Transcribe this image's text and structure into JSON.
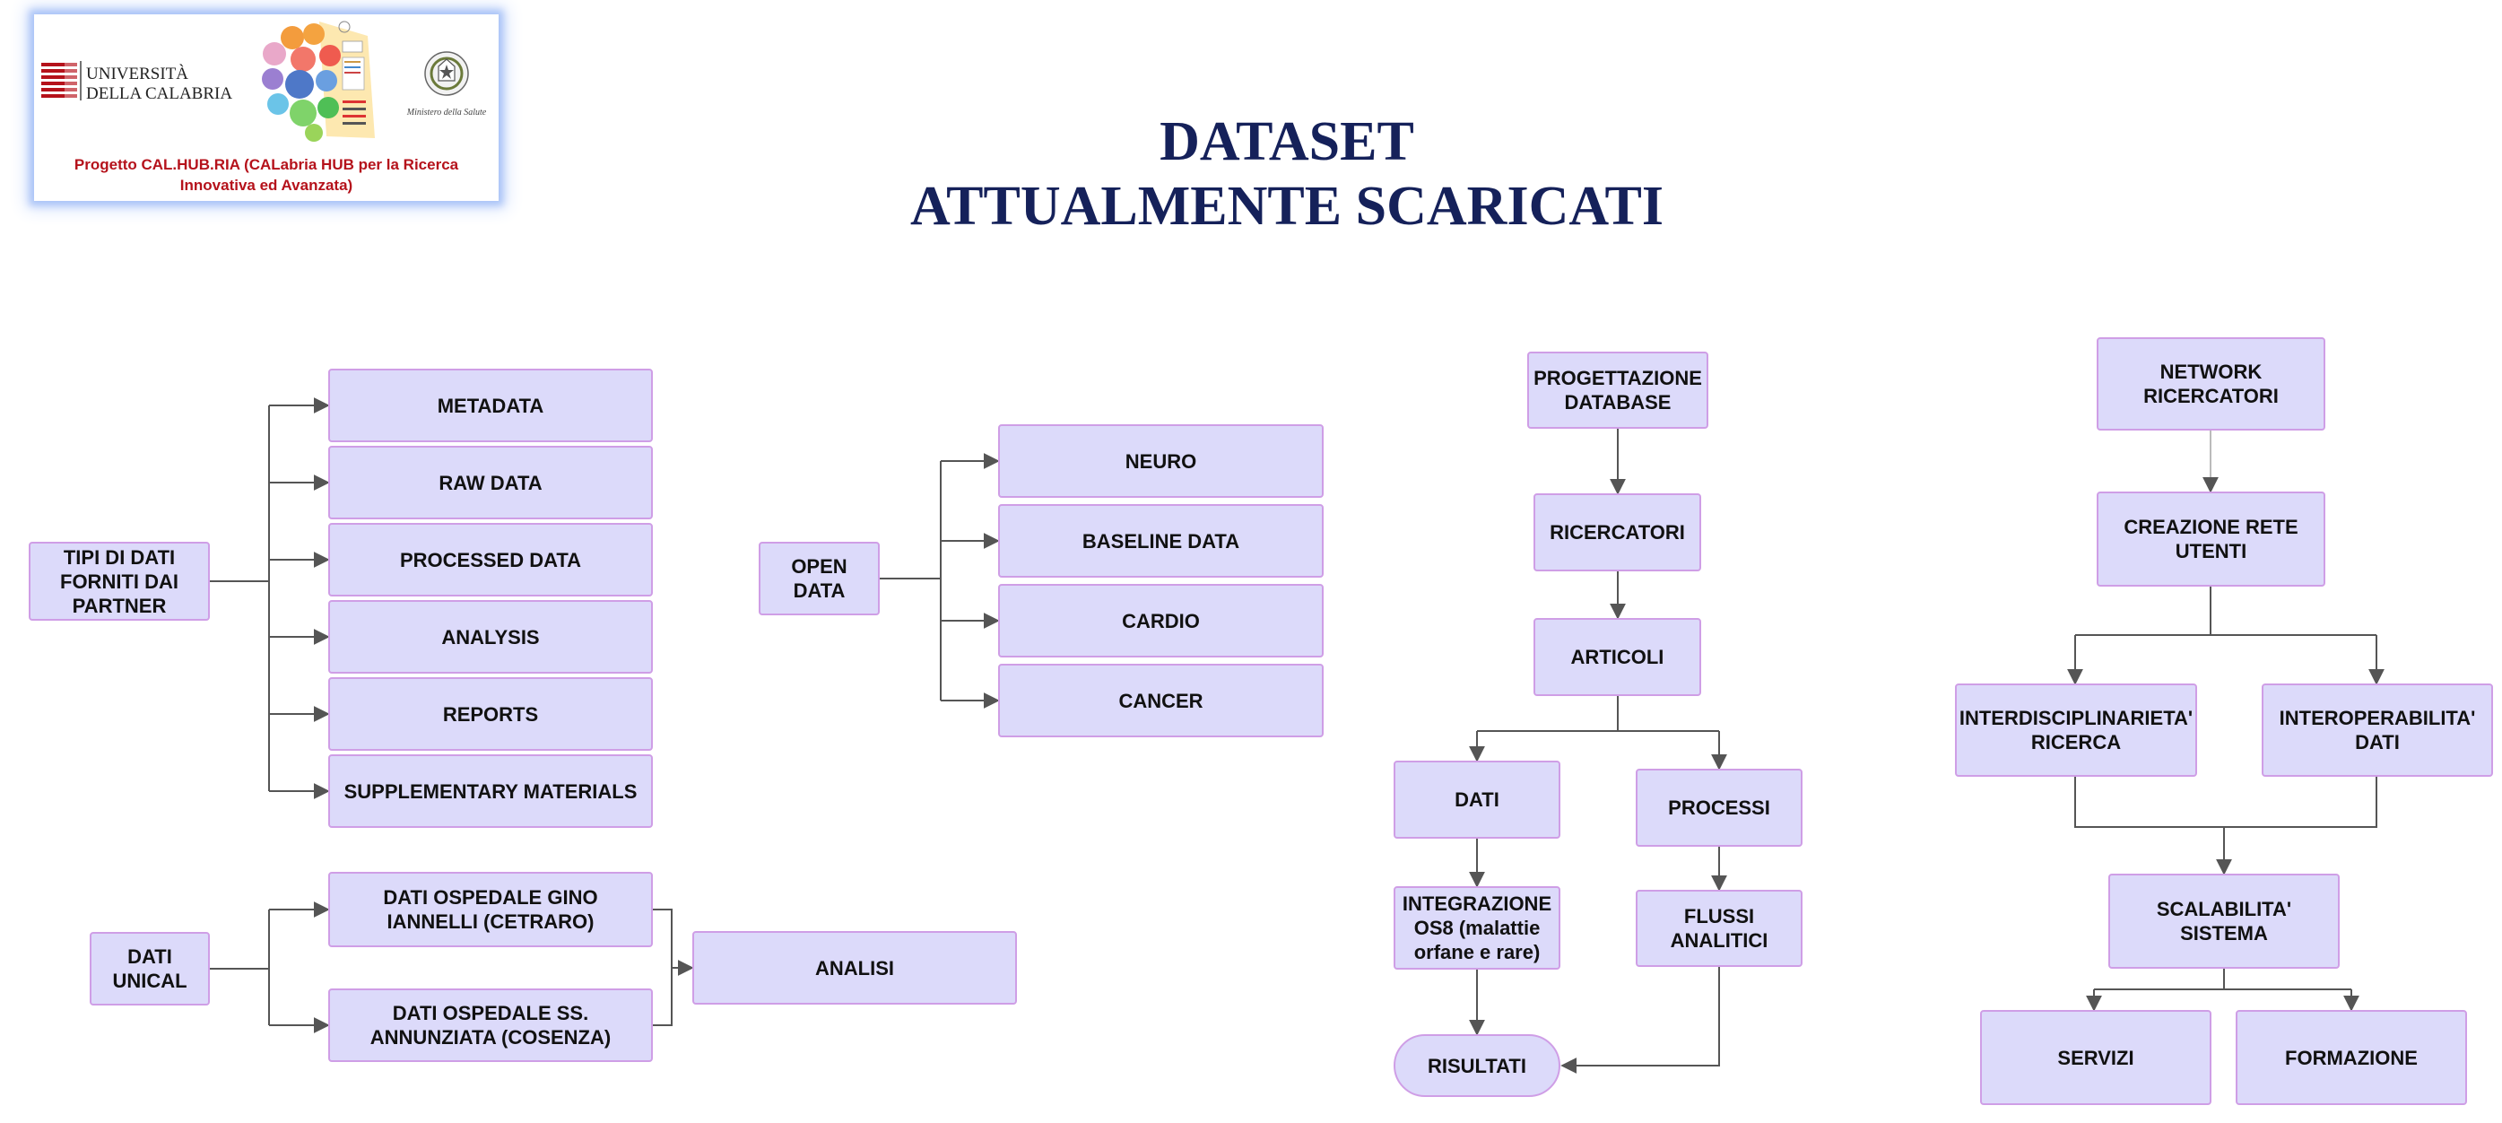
{
  "title": {
    "line1": "DATASET",
    "line2": "ATTUALMENTE SCARICATI"
  },
  "logo": {
    "university_line1": "UNIVERSITÀ",
    "university_line2": "DELLA CALABRIA",
    "ministry": "Ministero della Salute",
    "project_caption": "Progetto CAL.HUB.RIA (CALabria HUB per la Ricerca Innovativa ed Avanzata)"
  },
  "nodes": [
    {
      "id": "tipi",
      "label": "TIPI DI DATI FORNITI DAI PARTNER"
    },
    {
      "id": "metadata",
      "label": "METADATA"
    },
    {
      "id": "rawdata",
      "label": "RAW DATA"
    },
    {
      "id": "processed",
      "label": "PROCESSED DATA"
    },
    {
      "id": "analysis",
      "label": "ANALYSIS"
    },
    {
      "id": "reports",
      "label": "REPORTS"
    },
    {
      "id": "supplementary",
      "label": "SUPPLEMENTARY MATERIALS"
    },
    {
      "id": "unical",
      "label": "DATI UNICAL"
    },
    {
      "id": "iannelli",
      "label": "DATI OSPEDALE GINO IANNELLI (CETRARO)"
    },
    {
      "id": "annunziata",
      "label": "DATI OSPEDALE SS. ANNUNZIATA (COSENZA)"
    },
    {
      "id": "analisi",
      "label": "ANALISI"
    },
    {
      "id": "opendata",
      "label": "OPEN DATA"
    },
    {
      "id": "neuro",
      "label": "NEURO"
    },
    {
      "id": "baseline",
      "label": "BASELINE DATA"
    },
    {
      "id": "cardio",
      "label": "CARDIO"
    },
    {
      "id": "cancer",
      "label": "CANCER"
    },
    {
      "id": "progettazione",
      "label": "PROGETTAZIONE DATABASE"
    },
    {
      "id": "ricercatori",
      "label": "RICERCATORI"
    },
    {
      "id": "articoli",
      "label": "ARTICOLI"
    },
    {
      "id": "dati",
      "label": "DATI"
    },
    {
      "id": "processi",
      "label": "PROCESSI"
    },
    {
      "id": "integrazione",
      "label": "INTEGRAZIONE OS8 (malattie orfane e rare)"
    },
    {
      "id": "flussi",
      "label": "FLUSSI ANALITICI"
    },
    {
      "id": "risultati",
      "label": "RISULTATI"
    },
    {
      "id": "network",
      "label": "NETWORK RICERCATORI"
    },
    {
      "id": "creazione",
      "label": "CREAZIONE RETE UTENTI"
    },
    {
      "id": "interdisc",
      "label": "INTERDISCIPLINARIETA' RICERCA"
    },
    {
      "id": "interop",
      "label": "INTEROPERABILITA' DATI"
    },
    {
      "id": "scalabilita",
      "label": "SCALABILITA' SISTEMA"
    },
    {
      "id": "servizi",
      "label": "SERVIZI"
    },
    {
      "id": "formazione",
      "label": "FORMAZIONE"
    }
  ],
  "edges": [
    {
      "from": "tipi",
      "to": "metadata"
    },
    {
      "from": "tipi",
      "to": "rawdata"
    },
    {
      "from": "tipi",
      "to": "processed"
    },
    {
      "from": "tipi",
      "to": "analysis"
    },
    {
      "from": "tipi",
      "to": "reports"
    },
    {
      "from": "tipi",
      "to": "supplementary"
    },
    {
      "from": "unical",
      "to": "iannelli"
    },
    {
      "from": "unical",
      "to": "annunziata"
    },
    {
      "from": "iannelli",
      "to": "analisi"
    },
    {
      "from": "annunziata",
      "to": "analisi"
    },
    {
      "from": "opendata",
      "to": "neuro"
    },
    {
      "from": "opendata",
      "to": "baseline"
    },
    {
      "from": "opendata",
      "to": "cardio"
    },
    {
      "from": "opendata",
      "to": "cancer"
    },
    {
      "from": "progettazione",
      "to": "ricercatori"
    },
    {
      "from": "ricercatori",
      "to": "articoli"
    },
    {
      "from": "articoli",
      "to": "dati"
    },
    {
      "from": "articoli",
      "to": "processi"
    },
    {
      "from": "dati",
      "to": "integrazione"
    },
    {
      "from": "integrazione",
      "to": "risultati"
    },
    {
      "from": "processi",
      "to": "flussi"
    },
    {
      "from": "flussi",
      "to": "risultati"
    },
    {
      "from": "network",
      "to": "creazione"
    },
    {
      "from": "creazione",
      "to": "interdisc"
    },
    {
      "from": "creazione",
      "to": "interop"
    },
    {
      "from": "interdisc",
      "to": "scalabilita"
    },
    {
      "from": "interop",
      "to": "scalabilita"
    },
    {
      "from": "scalabilita",
      "to": "servizi"
    },
    {
      "from": "scalabilita",
      "to": "formazione"
    }
  ],
  "colors": {
    "node_fill": "#dcdafa",
    "node_border": "#cf9ee6",
    "edge": "#555555",
    "title": "#15215a",
    "logo_glow": "#a9c3f7",
    "project_caption": "#b5121b"
  }
}
